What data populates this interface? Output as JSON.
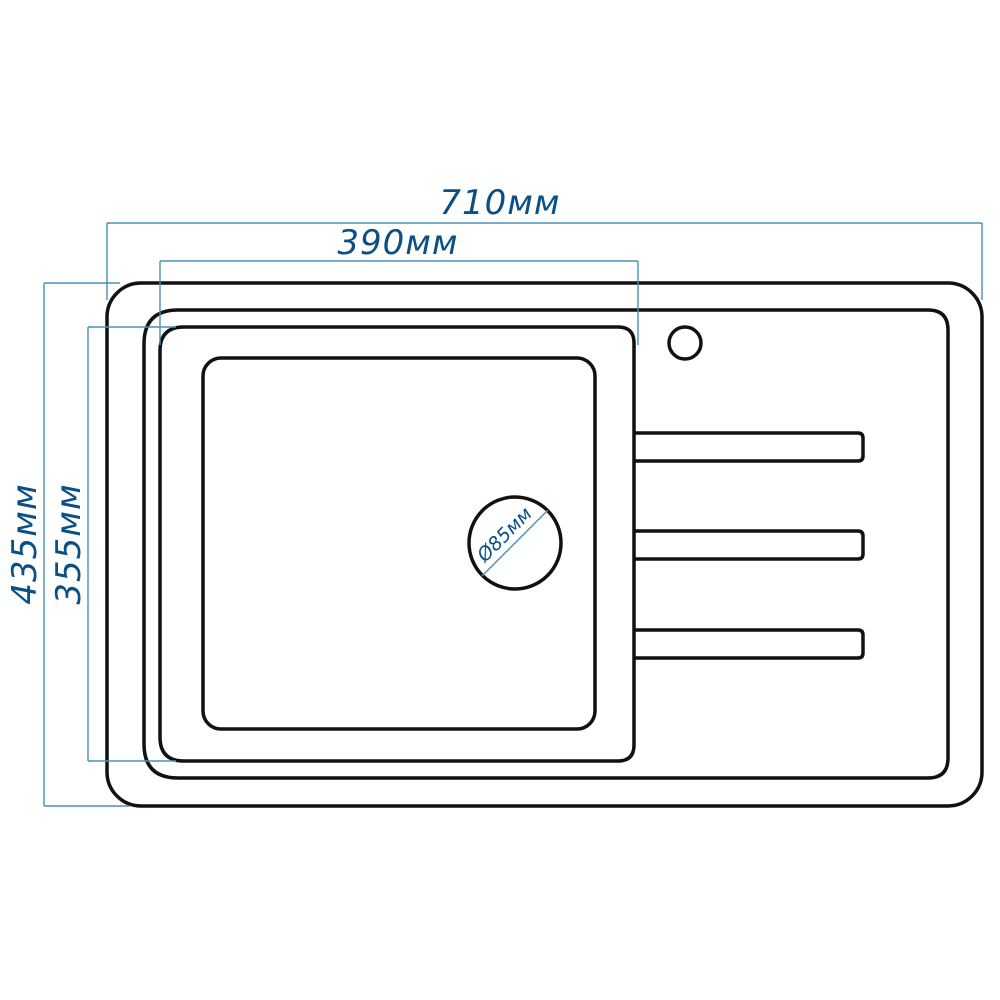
{
  "dimensions": {
    "overall_width": "710мм",
    "bowl_width": "390мм",
    "overall_height": "435мм",
    "bowl_height": "355мм",
    "drain_diameter": "Ø85мм"
  },
  "colors": {
    "outline": "#111111",
    "dimension_line": "#4a8fb5",
    "dimension_text": "#0b4f87"
  }
}
